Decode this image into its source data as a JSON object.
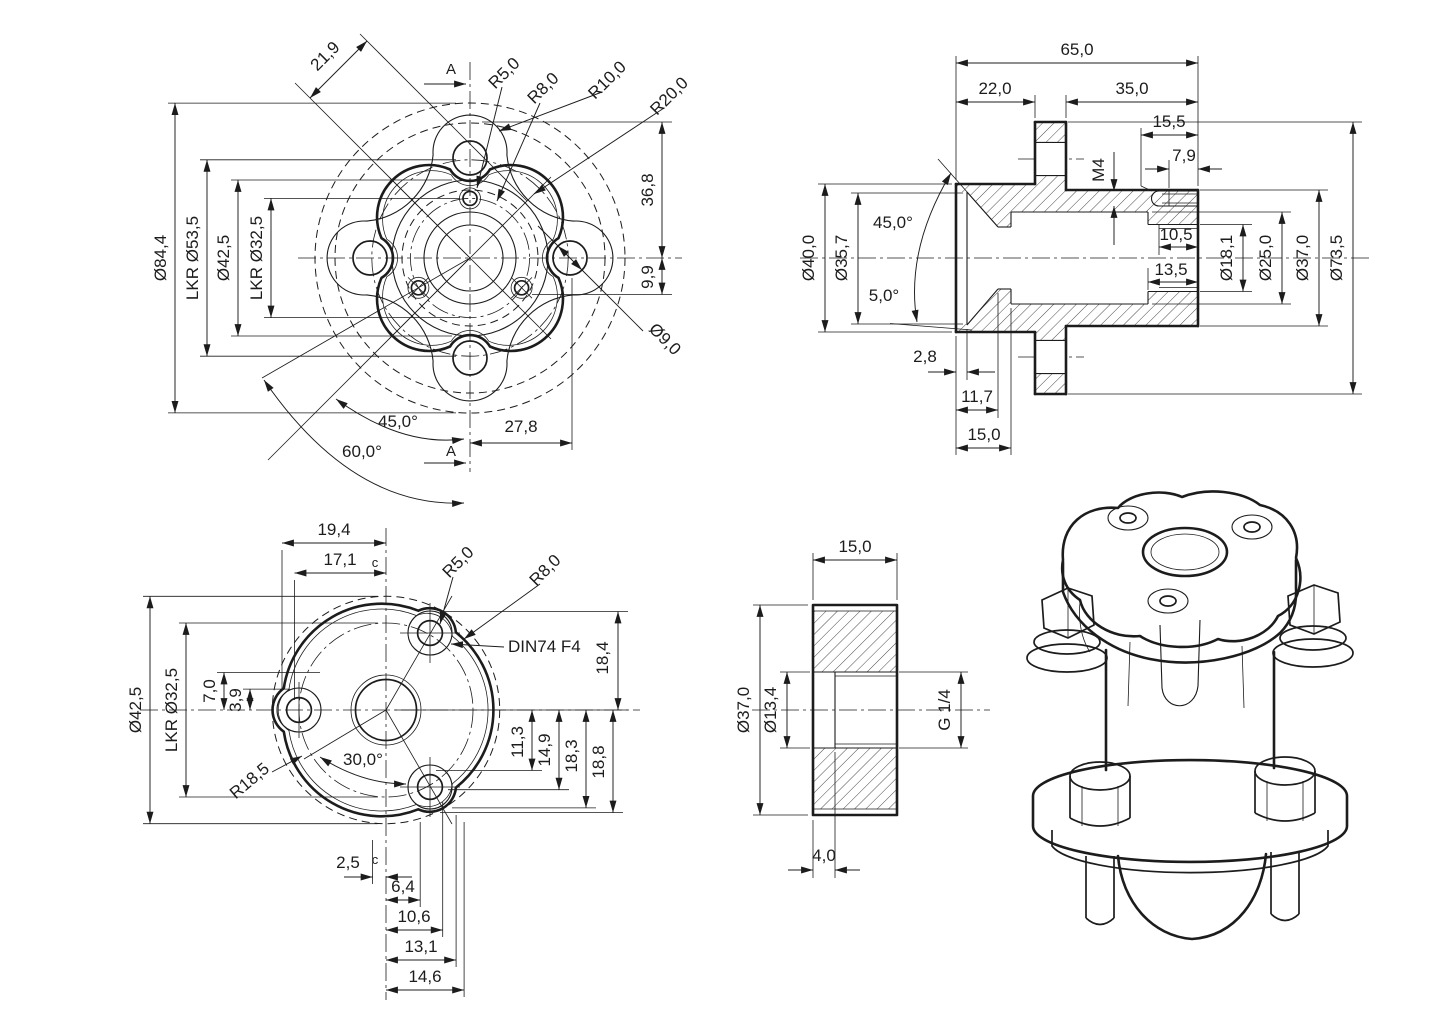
{
  "meta": {
    "background": "#ffffff",
    "ink": "#1c1c1c",
    "drawing_type": "technical-cad-drawing"
  },
  "views": {
    "front": {
      "name": "flange-front-view",
      "labels": {
        "diag_width": "21,9",
        "section_marker": "A",
        "r5": "R5,0",
        "r8": "R8,0",
        "r10": "R10,0",
        "r20": "R20,0",
        "dia_outer": "Ø84,4",
        "lkr53": "LKR Ø53,5",
        "dia42": "Ø42,5",
        "lkr32": "LKR Ø32,5",
        "h36_8": "36,8",
        "h9_9": "9,9",
        "dia_hole": "Ø9,0",
        "ang45": "45,0°",
        "ang60": "60,0°",
        "w27_8": "27,8"
      }
    },
    "section": {
      "name": "hub-section-view",
      "labels": {
        "len65": "65,0",
        "len22": "22,0",
        "len35": "35,0",
        "len15_5": "15,5",
        "len7_9": "7,9",
        "thread": "M4",
        "len10_5": "10,5",
        "len13_5": "13,5",
        "dia18": "Ø18,1",
        "dia25": "Ø25,0",
        "dia37": "Ø37,0",
        "dia73": "Ø73,5",
        "dia40": "Ø40,0",
        "dia35": "Ø35,7",
        "ang45": "45,0°",
        "ang5": "5,0°",
        "len2_8": "2,8",
        "len11_7": "11,7",
        "len15": "15,0"
      }
    },
    "back": {
      "name": "flange-back-view",
      "labels": {
        "w19_4": "19,4",
        "w17_1": "17,1",
        "datum": "c",
        "r5": "R5,0",
        "r8": "R8,0",
        "din": "DIN74 F4",
        "dia42": "Ø42,5",
        "lkr32": "LKR Ø32,5",
        "h7_0": "7,0",
        "h3_9": "3,9",
        "h18_4": "18,4",
        "h11_3": "11,3",
        "h14_9": "14,9",
        "h18_3": "18,3",
        "h18_8": "18,8",
        "r18_5": "R18,5",
        "ang30": "30,0°",
        "w2_5": "2,5",
        "w6_4": "6,4",
        "w10_6": "10,6",
        "w13_1": "13,1",
        "w14_6": "14,6"
      }
    },
    "disc": {
      "name": "adapter-disc-section",
      "labels": {
        "len15": "15,0",
        "dia37": "Ø37,0",
        "dia13": "Ø13,4",
        "thread": "G 1/4",
        "len4": "4,0"
      }
    },
    "iso": {
      "name": "isometric-assembly-view"
    }
  }
}
